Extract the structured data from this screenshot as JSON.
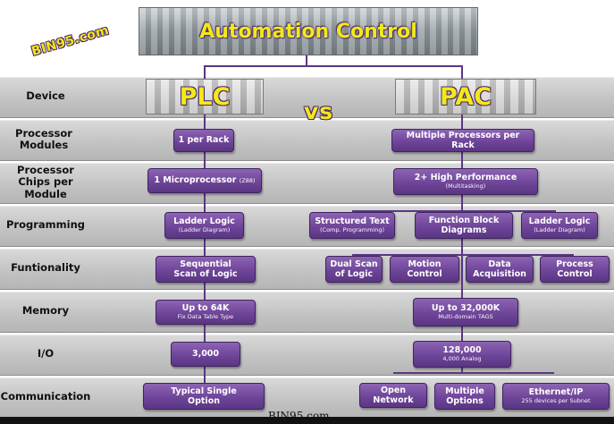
{
  "header": {
    "title": "Automation Control",
    "watermark": "BIN95.com"
  },
  "columns": {
    "plc": "PLC",
    "vs": "vs",
    "pac": "PAC"
  },
  "rows": [
    {
      "label": "Device"
    },
    {
      "label": "Processor Modules"
    },
    {
      "label": "Processor Chips per Module"
    },
    {
      "label": "Programming"
    },
    {
      "label": "Funtionality"
    },
    {
      "label": "Memory"
    },
    {
      "label": "I/O"
    },
    {
      "label": "Communication"
    }
  ],
  "plc": {
    "processor_modules": {
      "title": "1 per Rack"
    },
    "processor_chips": {
      "title": "1 Microprocessor",
      "sub": "(Z88)"
    },
    "programming": {
      "title": "Ladder Logic",
      "sub": "(Ladder Diagram)"
    },
    "functionality": {
      "title": "Sequential",
      "title2": "Scan of Logic"
    },
    "memory": {
      "title": "Up to 64K",
      "sub": "Fix Data Table Type"
    },
    "io": {
      "title": "3,000"
    },
    "communication": {
      "title": "Typical Single",
      "title2": "Option"
    }
  },
  "pac": {
    "processor_modules": {
      "title": "Multiple Processors per Rack"
    },
    "processor_chips": {
      "title": "2+ High Performance",
      "sub": "(Multitasking)"
    },
    "programming": [
      {
        "title": "Structured Text",
        "sub": "(Comp. Programming)"
      },
      {
        "title": "Function Block",
        "title2": "Diagrams"
      },
      {
        "title": "Ladder Logic",
        "sub": "(Ladder Diagram)"
      }
    ],
    "functionality": [
      {
        "title": "Dual Scan",
        "title2": "of Logic"
      },
      {
        "title": "Motion",
        "title2": "Control"
      },
      {
        "title": "Data",
        "title2": "Acquisition"
      },
      {
        "title": "Process",
        "title2": "Control"
      }
    ],
    "memory": {
      "title": "Up to 32,000K",
      "sub": "Multi-domain TAGS"
    },
    "io": {
      "title": "128,000",
      "sub": "4,000 Analog"
    },
    "communication": [
      {
        "title": "Open Network"
      },
      {
        "title": "Multiple",
        "title2": "Options"
      },
      {
        "title": "Ethernet/IP",
        "sub": "255 devices per Subnet"
      }
    ]
  },
  "footer": "BIN95.com",
  "colors": {
    "box": "#6e4599",
    "accent_text": "#f3e81a",
    "band": "#c3c3c3"
  }
}
